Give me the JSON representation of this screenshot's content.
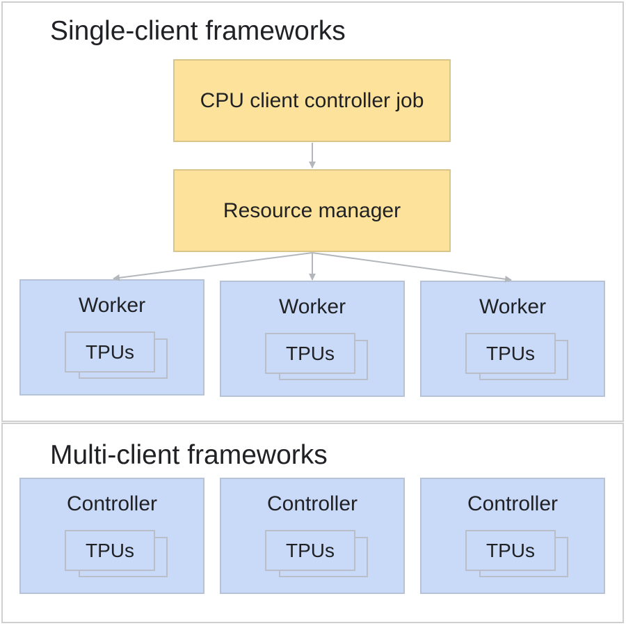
{
  "single": {
    "title": "Single-client frameworks",
    "controller_job": "CPU client controller job",
    "resource_manager": "Resource manager",
    "workers": [
      {
        "label": "Worker",
        "tpu": "TPUs"
      },
      {
        "label": "Worker",
        "tpu": "TPUs"
      },
      {
        "label": "Worker",
        "tpu": "TPUs"
      }
    ]
  },
  "multi": {
    "title": "Multi-client frameworks",
    "controllers": [
      {
        "label": "Controller",
        "tpu": "TPUs"
      },
      {
        "label": "Controller",
        "tpu": "TPUs"
      },
      {
        "label": "Controller",
        "tpu": "TPUs"
      }
    ]
  },
  "colors": {
    "yellow_box": "#fce29a",
    "blue_box": "#c9daf8",
    "arrow": "#b3b6bb",
    "panel_border": "#cfcfcf"
  }
}
